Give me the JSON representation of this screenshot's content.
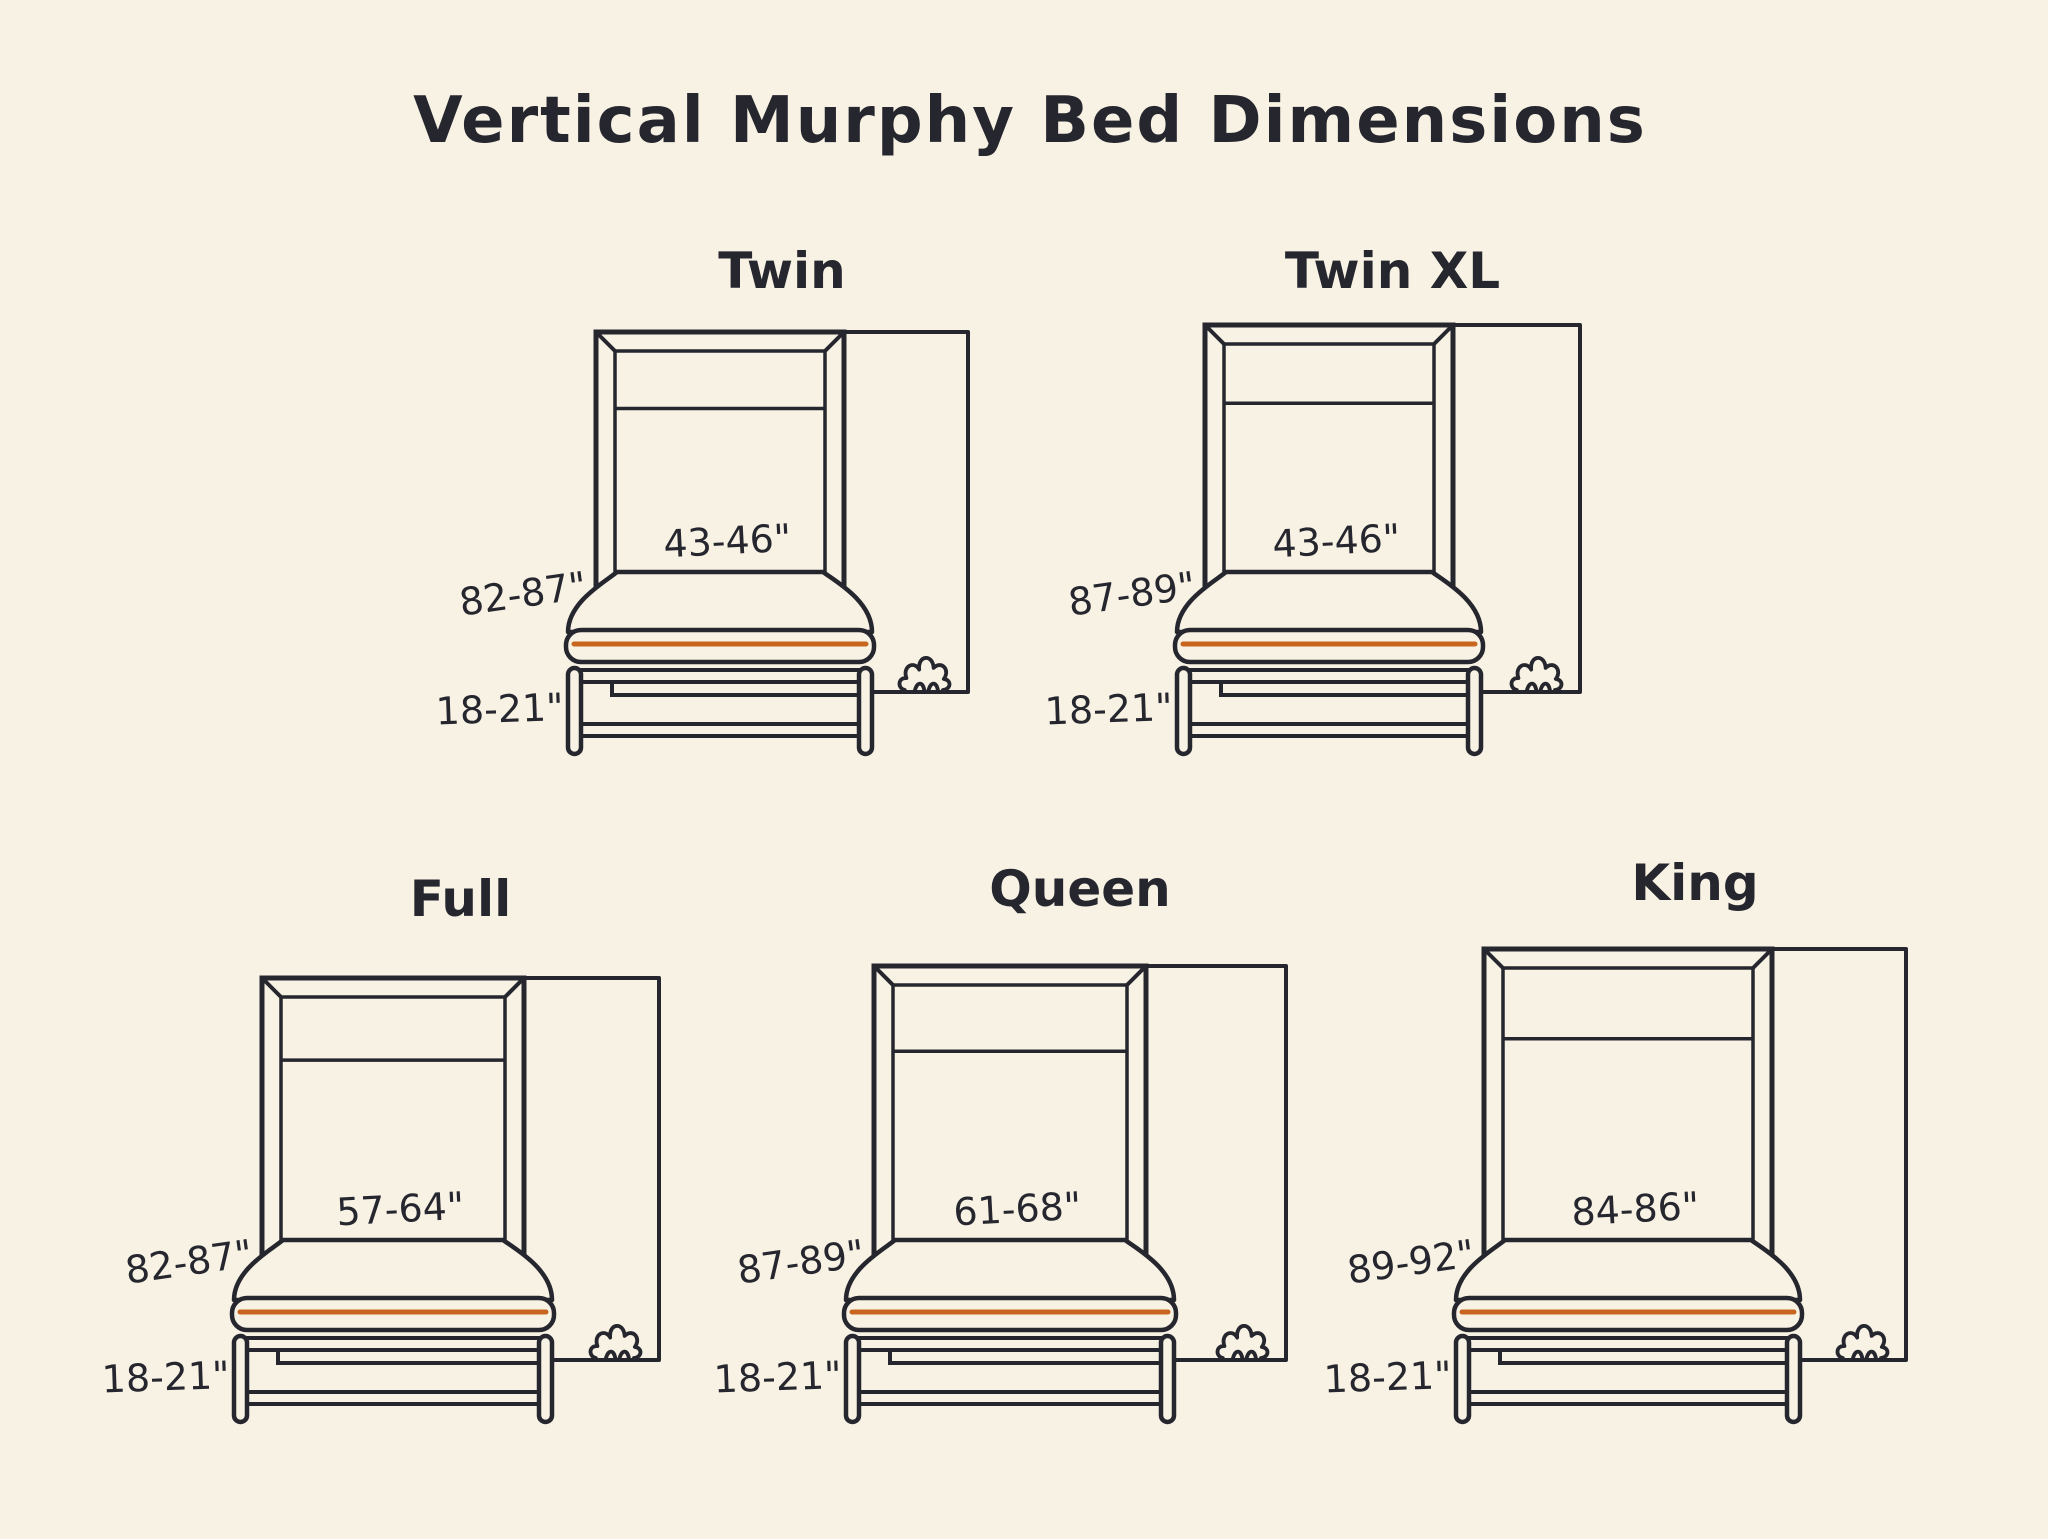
{
  "title": "Vertical Murphy Bed Dimensions",
  "colors": {
    "background": "#f8f2e5",
    "line": "#26262e",
    "text": "#26262e",
    "accent_stripe": "#c8661f"
  },
  "icons": {
    "corner_flourish": "flourish-icon"
  },
  "beds": [
    {
      "name": "Twin",
      "width": "43-46\"",
      "height": "82-87\"",
      "depth": "18-21\""
    },
    {
      "name": "Twin XL",
      "width": "43-46\"",
      "height": "87-89\"",
      "depth": "18-21\""
    },
    {
      "name": "Full",
      "width": "57-64\"",
      "height": "82-87\"",
      "depth": "18-21\""
    },
    {
      "name": "Queen",
      "width": "61-68\"",
      "height": "87-89\"",
      "depth": "18-21\""
    },
    {
      "name": "King",
      "width": "84-86\"",
      "height": "89-92\"",
      "depth": "18-21\""
    }
  ]
}
